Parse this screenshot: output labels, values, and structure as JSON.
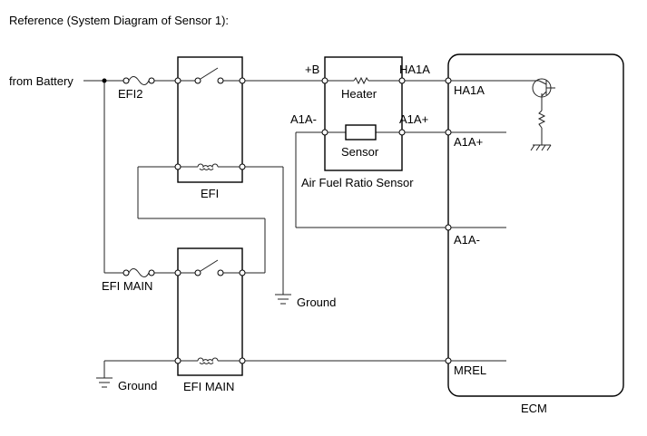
{
  "title": "Reference (System Diagram of Sensor 1):",
  "labels": {
    "from_battery": "from Battery",
    "efi2": "EFI2",
    "efi_relay": "EFI",
    "efi_main_fuse": "EFI MAIN",
    "efi_main_relay": "EFI MAIN",
    "ground_1": "Ground",
    "ground_2": "Ground",
    "plus_b": "+B",
    "ha1a_sensor": "HA1A",
    "heater": "Heater",
    "a1a_minus_sensor": "A1A-",
    "a1a_plus_sensor": "A1A+",
    "sensor": "Sensor",
    "sensor_caption": "Air Fuel Ratio Sensor",
    "ecm_ha1a": "HA1A",
    "ecm_a1a_plus": "A1A+",
    "ecm_a1a_minus": "A1A-",
    "ecm_mrel": "MREL",
    "ecm": "ECM"
  }
}
